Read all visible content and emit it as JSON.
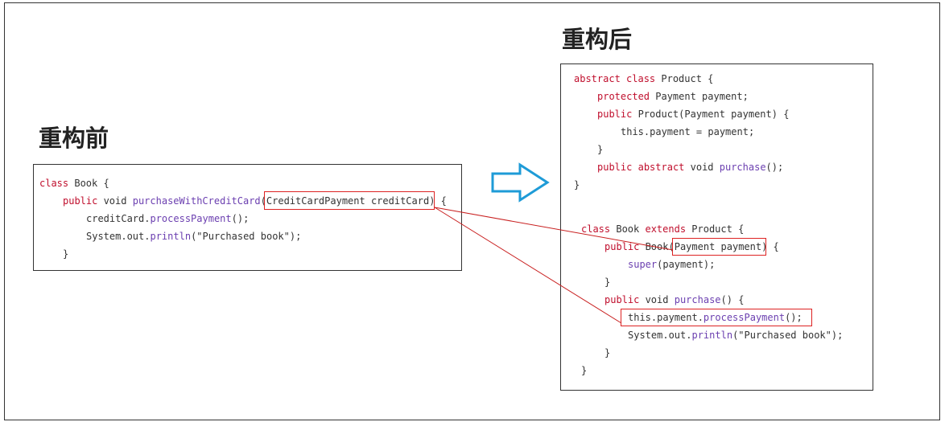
{
  "before": {
    "title": "重构前",
    "code": {
      "line1": {
        "kw": "class",
        "rest": " Book {"
      },
      "line2": {
        "kw": "public",
        "void": " void ",
        "fn": "purchaseWithCreditCard",
        "paren": "(",
        "param": "CreditCardPayment creditCard",
        "tail": ") {"
      },
      "line3": {
        "pre": "creditCard.",
        "fn": "processPayment",
        "tail": "();"
      },
      "line4": {
        "pre": "System.out.",
        "fn": "println",
        "tail": "(\"Purchased book\");"
      },
      "line5": {
        "text": "}"
      }
    }
  },
  "after": {
    "title": "重构后",
    "code": {
      "l1": {
        "kw1": "abstract",
        "sp": " ",
        "kw2": "class",
        "rest": " Product {"
      },
      "l2": {
        "kw": "protected",
        "rest": " Payment payment;"
      },
      "l3": {
        "kw": "public",
        "rest": " Product(Payment payment) {"
      },
      "l4": {
        "text": "this.payment = payment;"
      },
      "l5": {
        "text": "}"
      },
      "l6": {
        "kw1": "public",
        "sp": " ",
        "kw2": "abstract",
        "mid": " void ",
        "fn": "purchase",
        "tail": "();"
      },
      "l7": {
        "text": "}"
      },
      "l8": {
        "kw1": "class",
        "mid": " Book ",
        "kw2": "extends",
        "rest": " Product {"
      },
      "l9": {
        "kw": "public",
        "mid": " Book(",
        "param": "Payment payment",
        "tail": ") {"
      },
      "l10": {
        "fn": "super",
        "tail": "(payment);"
      },
      "l11": {
        "text": "}"
      },
      "l12": {
        "kw": "public",
        "mid": " void ",
        "fn": "purchase",
        "tail": "() {"
      },
      "l13": {
        "pre": "this.payment.",
        "fn": "processPayment",
        "tail": "();"
      },
      "l14": {
        "pre": "System.out.",
        "fn": "println",
        "tail": "(\"Purchased book\");"
      },
      "l15": {
        "text": "}"
      },
      "l16": {
        "text": "}"
      }
    }
  },
  "colors": {
    "keyword": "#c00f2d",
    "function": "#6b3fb0",
    "highlight": "#d22222",
    "arrow": "#1e9bd7",
    "connector": "#c81e1e"
  },
  "icons": {
    "arrow": "right-arrow-outline-icon"
  }
}
